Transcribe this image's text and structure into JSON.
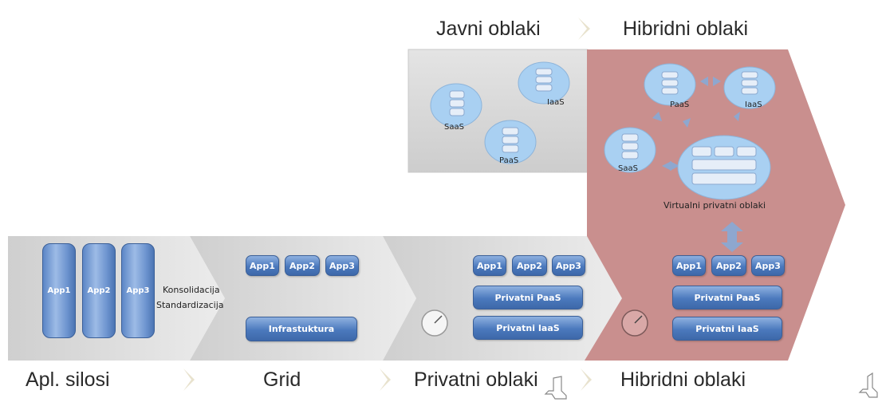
{
  "stages": {
    "public_clouds": "Javni oblaki",
    "hybrid_clouds_top": "Hibridni oblaki",
    "app_silos": "Apl. silosi",
    "grid": "Grid",
    "private_clouds": "Privatni oblaki",
    "hybrid_clouds_bottom": "Hibridni oblaki"
  },
  "silos": [
    "App1",
    "App2",
    "App3"
  ],
  "silo_text": {
    "line1": "Konsolidacija",
    "line2": "Standardizacija"
  },
  "grid": {
    "apps": [
      "App1",
      "App2",
      "App3"
    ],
    "infra": "Infrastuktura"
  },
  "private": {
    "apps": [
      "App1",
      "App2",
      "App3"
    ],
    "paas": "Privatni PaaS",
    "iaas": "Privatni IaaS"
  },
  "hybrid": {
    "apps": [
      "App1",
      "App2",
      "App3"
    ],
    "paas": "Privatni PaaS",
    "iaas": "Privatni IaaS",
    "vpc": "Virtualni privatni oblaki"
  },
  "public_clouds": {
    "saas": "SaaS",
    "iaas": "IaaS",
    "paas": "PaaS"
  },
  "hybrid_clouds": {
    "paas": "PaaS",
    "iaas": "IaaS",
    "saas": "SaaS"
  },
  "colors": {
    "hybrid_bg": "#c98f8e",
    "panel_grey": "#d9d9d9",
    "pill_blue": "#4b79bd",
    "cloud_blue": "#a9d0f2"
  }
}
